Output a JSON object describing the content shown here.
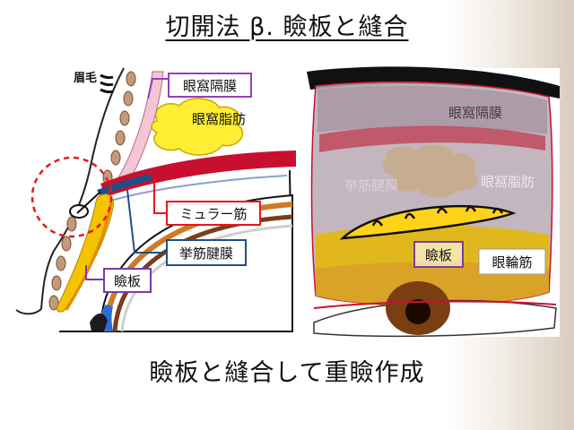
{
  "title": "切開法 β. 瞼板と縫合",
  "caption": "瞼板と縫合して重瞼作成",
  "left_diagram": {
    "labels": {
      "eyebrow": "眉毛",
      "orbital_septum": "眼窩隔膜",
      "orbital_fat": "眼窩脂肪",
      "muller_muscle": "ミュラー筋",
      "levator_aponeurosis": "挙筋腱膜",
      "tarsus": "瞼板"
    },
    "colors": {
      "septum_border": "#9b3db4",
      "muller_border": "#e8141c",
      "levator_border": "#1f4f86",
      "tarsus_border": "#7a3aa8",
      "fat_yellow": "#ffee33",
      "tarsus_yellow": "#f5c400",
      "muscle_red": "#c8102e"
    }
  },
  "right_diagram": {
    "labels": {
      "orbital_septum": "眼窩隔膜",
      "levator_aponeurosis": "挙筋腱膜",
      "orbital_fat": "眼窩脂肪",
      "tarsus": "瞼板",
      "orbicularis": "眼輪筋"
    },
    "suture_mark_count": 5
  }
}
